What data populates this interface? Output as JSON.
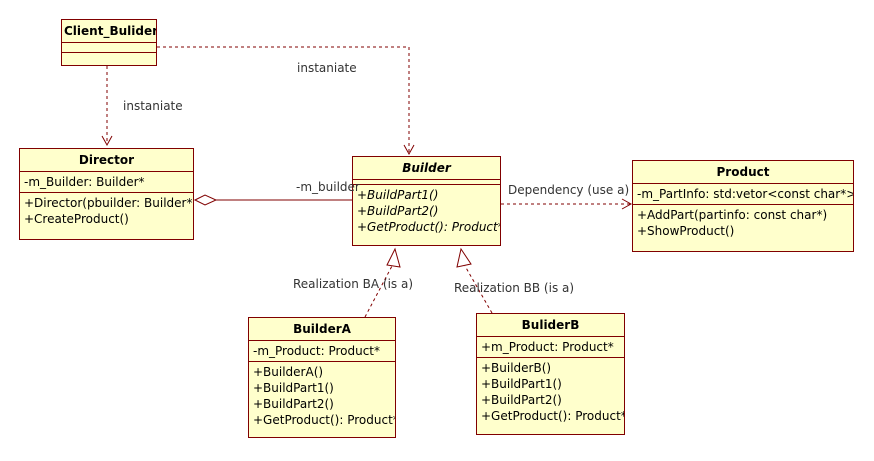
{
  "colors": {
    "class_fill": "#ffffcc",
    "class_border": "#800000",
    "connector": "#800000"
  },
  "classes": {
    "client_builder": {
      "name": "Client_Bulider",
      "attributes": [],
      "operations": []
    },
    "director": {
      "name": "Director",
      "attributes": [
        "-m_Builder: Builder*"
      ],
      "operations": [
        "+Director(pbuilder: Builder*)",
        "+CreateProduct()"
      ]
    },
    "builder": {
      "name": "Builder",
      "attributes": [],
      "operations": [
        "+BuildPart1()",
        "+BuildPart2()",
        "+GetProduct(): Product*"
      ]
    },
    "product": {
      "name": "Product",
      "attributes": [
        "-m_PartInfo: std:vetor<const char*>"
      ],
      "operations": [
        "+AddPart(partinfo: const char*)",
        "+ShowProduct()"
      ]
    },
    "builder_a": {
      "name": "BuilderA",
      "attributes": [
        "-m_Product: Product*"
      ],
      "operations": [
        "+BuilderA()",
        "+BuildPart1()",
        "+BuildPart2()",
        "+GetProduct(): Product*"
      ]
    },
    "builder_b": {
      "name": "BuliderB",
      "attributes": [
        "+m_Product: Product*"
      ],
      "operations": [
        "+BuilderB()",
        "+BuildPart1()",
        "+BuildPart2()",
        "+GetProduct(): Product*"
      ]
    }
  },
  "labels": {
    "instantiate_director": "instaniate",
    "instantiate_builder": "instaniate",
    "aggregation_role": "-m_builder",
    "dependency": "Dependency  (use a)",
    "realization_a": "Realization BA (is a)",
    "realization_b": "Realization BB (is a)"
  }
}
